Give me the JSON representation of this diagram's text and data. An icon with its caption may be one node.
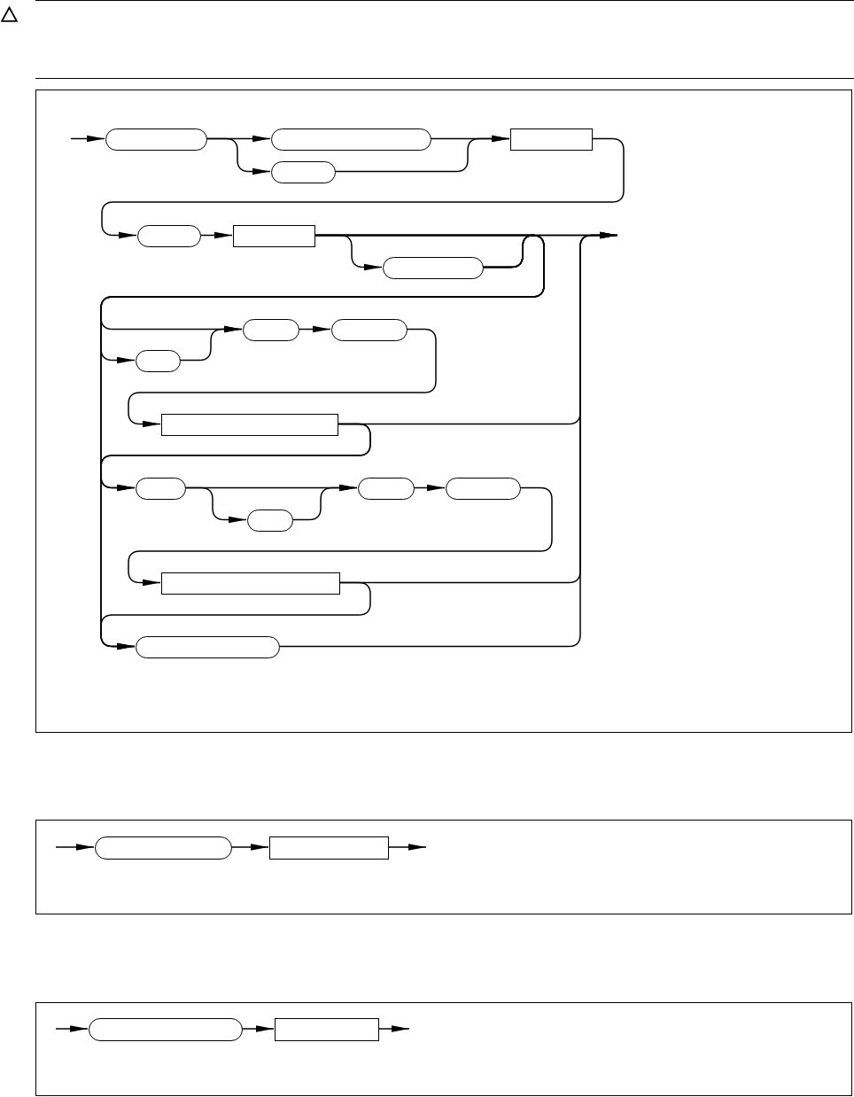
{
  "diagram": {
    "nodes": [
      {
        "text": [],
        "shape": "box"
      },
      {
        "text": [],
        "shape": "pill",
        "in": 0
      },
      {
        "text": [],
        "shape": "pill",
        "in": 0
      },
      {
        "text": [],
        "shape": "pill",
        "in": 0
      },
      {
        "text": [],
        "shape": "box",
        "in": 0
      },
      {
        "text": [],
        "shape": "pill",
        "in": 0
      },
      {
        "text": [],
        "shape": "box",
        "in": 0
      },
      {
        "text": [],
        "shape": "pill",
        "in": 0
      },
      {
        "text": [],
        "shape": "pill",
        "in": 0
      },
      {
        "text": [],
        "shape": "pill",
        "in": 0
      },
      {
        "text": [],
        "shape": "pill",
        "in": 0
      },
      {
        "text": [],
        "shape": "box",
        "in": 0
      },
      {
        "text": [],
        "shape": "pill",
        "in": 0
      },
      {
        "text": [],
        "shape": "pill",
        "in": 0
      },
      {
        "text": [],
        "shape": "pill",
        "in": 0
      },
      {
        "text": [],
        "shape": "pill",
        "in": 0
      },
      {
        "text": [],
        "shape": "box",
        "in": 0
      },
      {
        "text": [],
        "shape": "pill",
        "in": 0
      },
      {
        "text": [],
        "shape": "box"
      },
      {
        "text": [],
        "shape": "pill",
        "in": 18
      },
      {
        "text": [],
        "shape": "box",
        "in": 18
      },
      {
        "text": [],
        "shape": "box"
      },
      {
        "text": [],
        "shape": "pill",
        "in": 21
      },
      {
        "text": [],
        "shape": "box",
        "in": 21
      }
    ],
    "edges": [
      {
        "from": null,
        "to": 1,
        "arrow": "to"
      },
      {
        "from": 1,
        "to": 2,
        "arrow": "to"
      },
      {
        "from": 1,
        "to": 3,
        "arrow": "to"
      },
      {
        "from": 2,
        "to": 4,
        "arrow": "to"
      },
      {
        "from": 3,
        "to": 4,
        "arrow": "to"
      },
      {
        "from": 4,
        "to": 5,
        "arrow": "to"
      },
      {
        "from": 5,
        "to": 6,
        "arrow": "to"
      },
      {
        "from": 6,
        "to": null,
        "arrow": "to"
      },
      {
        "from": 6,
        "to": 7,
        "arrow": "to"
      },
      {
        "from": 7,
        "to": null,
        "arrow": "to"
      },
      {
        "from": 6,
        "to": 8,
        "arrow": "to"
      },
      {
        "from": 6,
        "to": 9,
        "arrow": "to"
      },
      {
        "from": 6,
        "to": 12,
        "arrow": "to"
      },
      {
        "from": 6,
        "to": 17,
        "arrow": "to"
      },
      {
        "from": 7,
        "to": 8,
        "arrow": "to"
      },
      {
        "from": 7,
        "to": 9,
        "arrow": "to"
      },
      {
        "from": 7,
        "to": 12,
        "arrow": "to"
      },
      {
        "from": 7,
        "to": 17,
        "arrow": "to"
      },
      {
        "from": 8,
        "to": 9,
        "arrow": "to"
      },
      {
        "from": 9,
        "to": 10,
        "arrow": "to"
      },
      {
        "from": 10,
        "to": 11,
        "arrow": "to"
      },
      {
        "from": 11,
        "to": null,
        "arrow": "to"
      },
      {
        "from": 11,
        "to": 12,
        "arrow": "to"
      },
      {
        "from": 11,
        "to": 17,
        "arrow": "to"
      },
      {
        "from": 12,
        "to": 13,
        "arrow": "to"
      },
      {
        "from": 12,
        "to": 14,
        "arrow": "to"
      },
      {
        "from": 13,
        "to": 14,
        "arrow": "to"
      },
      {
        "from": 14,
        "to": 15,
        "arrow": "to"
      },
      {
        "from": 15,
        "to": 16,
        "arrow": "to"
      },
      {
        "from": 16,
        "to": null,
        "arrow": "to"
      },
      {
        "from": 16,
        "to": 17,
        "arrow": "to"
      },
      {
        "from": 17,
        "to": null,
        "arrow": "to"
      },
      {
        "from": null,
        "to": 19,
        "arrow": "to"
      },
      {
        "from": 19,
        "to": 20,
        "arrow": "to"
      },
      {
        "from": 20,
        "to": null,
        "arrow": "to"
      },
      {
        "from": null,
        "to": 22,
        "arrow": "to"
      },
      {
        "from": 22,
        "to": 23,
        "arrow": "to"
      },
      {
        "from": 23,
        "to": null,
        "arrow": "to"
      }
    ]
  }
}
